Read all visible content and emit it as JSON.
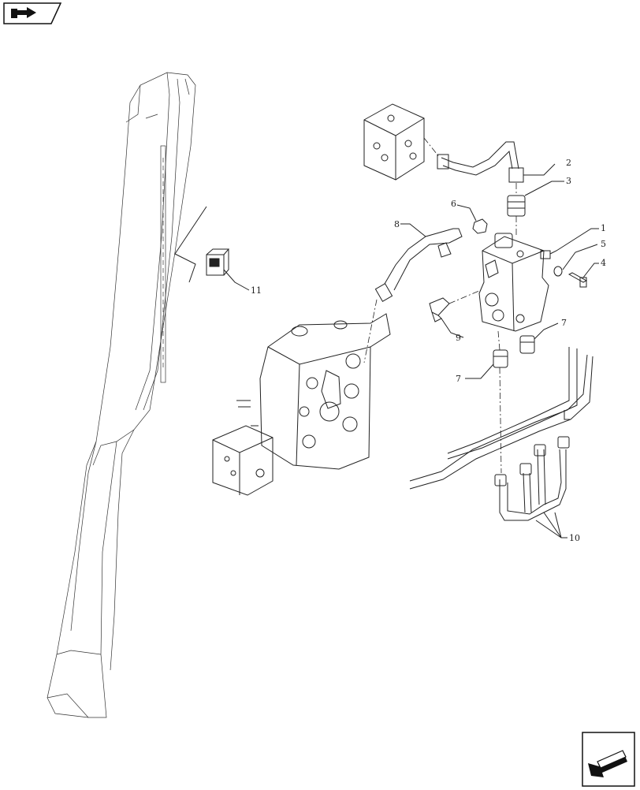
{
  "navigation": {
    "previous_icon": "back-arrow-icon",
    "next_icon": "return-arrow-icon"
  },
  "callouts": [
    {
      "id": "callout-1",
      "label": "1"
    },
    {
      "id": "callout-2",
      "label": "2"
    },
    {
      "id": "callout-3",
      "label": "3"
    },
    {
      "id": "callout-4",
      "label": "4"
    },
    {
      "id": "callout-5",
      "label": "5"
    },
    {
      "id": "callout-6",
      "label": "6"
    },
    {
      "id": "callout-7a",
      "label": "7"
    },
    {
      "id": "callout-7b",
      "label": "7"
    },
    {
      "id": "callout-8",
      "label": "8"
    },
    {
      "id": "callout-9",
      "label": "9"
    },
    {
      "id": "callout-10",
      "label": "10"
    },
    {
      "id": "callout-11",
      "label": "11"
    }
  ]
}
